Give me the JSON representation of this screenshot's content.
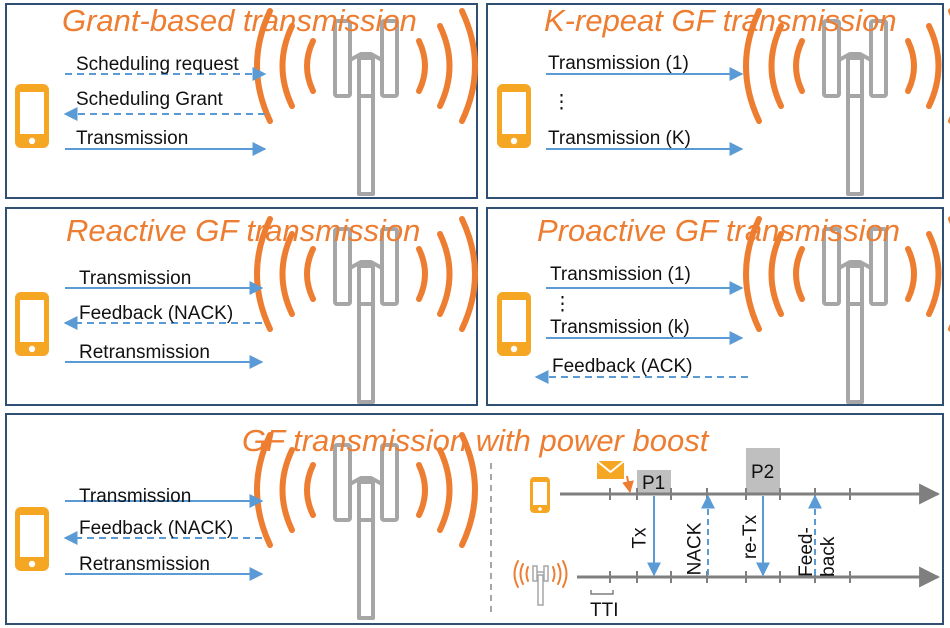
{
  "panels": {
    "grant": {
      "title": "Grant-based transmission",
      "labels": [
        "Scheduling request",
        "Scheduling Grant",
        "Transmission"
      ]
    },
    "krepeat": {
      "title": "K-repeat GF transmission",
      "labels": [
        "Transmission (1)",
        "⋮",
        "Transmission (K)"
      ]
    },
    "reactive": {
      "title": "Reactive GF transmission",
      "labels": [
        "Transmission",
        "Feedback (NACK)",
        "Retransmission"
      ]
    },
    "proactive": {
      "title": "Proactive GF transmission",
      "labels": [
        "Transmission (1)",
        "⋮",
        "Transmission (k)",
        "Feedback (ACK)"
      ]
    },
    "boost": {
      "title": "GF transmission with power boost",
      "labels": [
        "Transmission",
        "Feedback (NACK)",
        "Retransmission"
      ],
      "timeline": {
        "p1": "P1",
        "p2": "P2",
        "tx": "Tx",
        "nack": "NACK",
        "retx": "re-Tx",
        "feedback": "Feed-\nback",
        "tti": "TTI"
      }
    }
  },
  "colors": {
    "border": "#2f4f73",
    "accent": "#ed7d31",
    "phone": "#f5a623",
    "arrow": "#5b9bd5",
    "tower": "#a6a6a6",
    "slot": "#bfbfbf"
  },
  "icons": [
    "phone-icon",
    "tower-icon",
    "signal-waves-icon",
    "envelope-icon"
  ]
}
